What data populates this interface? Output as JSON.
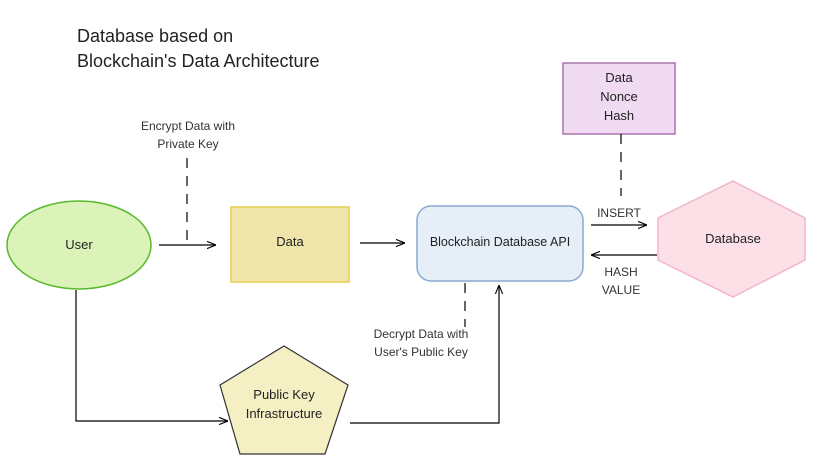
{
  "title": {
    "line1": "Database based on",
    "line2": "Blockchain's Data Architecture"
  },
  "nodes": {
    "user": "User",
    "data": "Data",
    "api": "Blockchain Database API",
    "database": "Database",
    "pki_line1": "Public Key",
    "pki_line2": "Infrastructure",
    "block_line1": "Data",
    "block_line2": "Nonce",
    "block_line3": "Hash"
  },
  "labels": {
    "encrypt_line1": "Encrypt Data with",
    "encrypt_line2": "Private Key",
    "decrypt_line1": "Decrypt Data with",
    "decrypt_line2": "User's Public Key",
    "insert": "INSERT",
    "hash_line1": "HASH",
    "hash_line2": "VALUE"
  },
  "colors": {
    "user_fill": "#dbf3b8",
    "user_stroke": "#59b82c",
    "data_fill": "#efe4a9",
    "data_stroke": "#e6cf4f",
    "api_fill": "#e6eef8",
    "api_stroke": "#8aa9cf",
    "database_fill": "#fce0e8",
    "database_stroke": "#f3b6c7",
    "pki_fill": "#f5efc4",
    "pki_stroke": "#333333",
    "block_fill": "#f1dbf3",
    "block_stroke": "#a874ad"
  }
}
